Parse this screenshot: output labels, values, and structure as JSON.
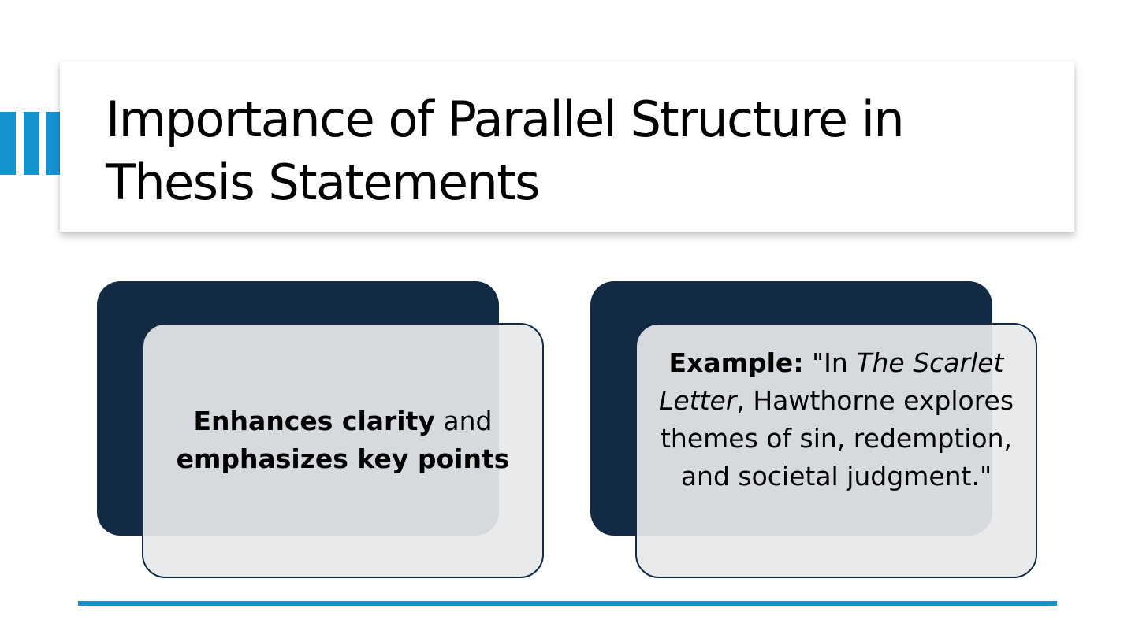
{
  "slide": {
    "title_line1": "Importance of Parallel Structure in",
    "title_line2": "Thesis Statements"
  },
  "left_panel": {
    "bold1": "Enhances clarity",
    "normal1": " and",
    "bold2": "emphasizes key points"
  },
  "right_panel": {
    "label": "Example:",
    "quote_open": " \"In ",
    "book_title": "The Scarlet Letter",
    "quote_rest": ", Hawthorne explores themes of sin, redemption, and societal judgment.\""
  },
  "colors": {
    "accent": "#1592d0",
    "dark_panel": "#132a44",
    "light_panel": "#e7e8ea"
  }
}
